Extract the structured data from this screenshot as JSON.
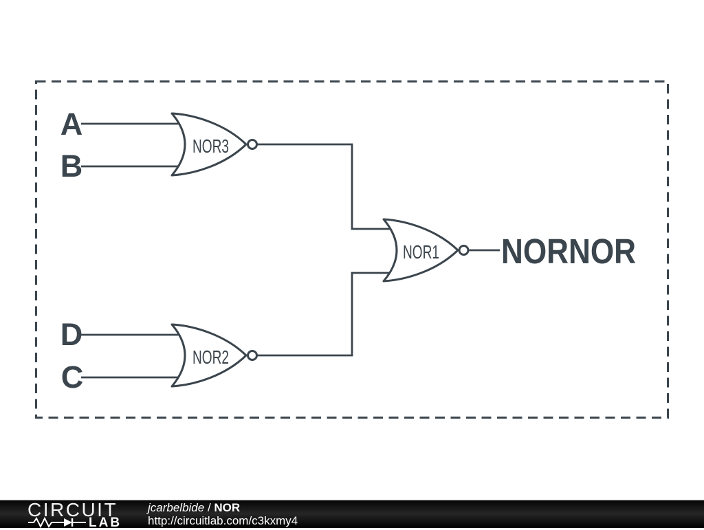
{
  "colors": {
    "ink": "#3b454d",
    "background": "#ffffff",
    "footer_background": "#000000",
    "footer_text": "#ffffff"
  },
  "schematic": {
    "boundary": "dashed rectangle",
    "inputs": [
      {
        "label": "A"
      },
      {
        "label": "B"
      },
      {
        "label": "D"
      },
      {
        "label": "C"
      }
    ],
    "gates": [
      {
        "name": "NOR3"
      },
      {
        "name": "NOR2"
      },
      {
        "name": "NOR1"
      }
    ],
    "output_label": "NORNOR"
  },
  "footer": {
    "brand_top": "CIRCUIT",
    "brand_bottom": "LAB",
    "author": "jcarbelbide",
    "separator": " / ",
    "title": "NOR",
    "url": "http://circuitlab.com/c3kxmy4"
  }
}
